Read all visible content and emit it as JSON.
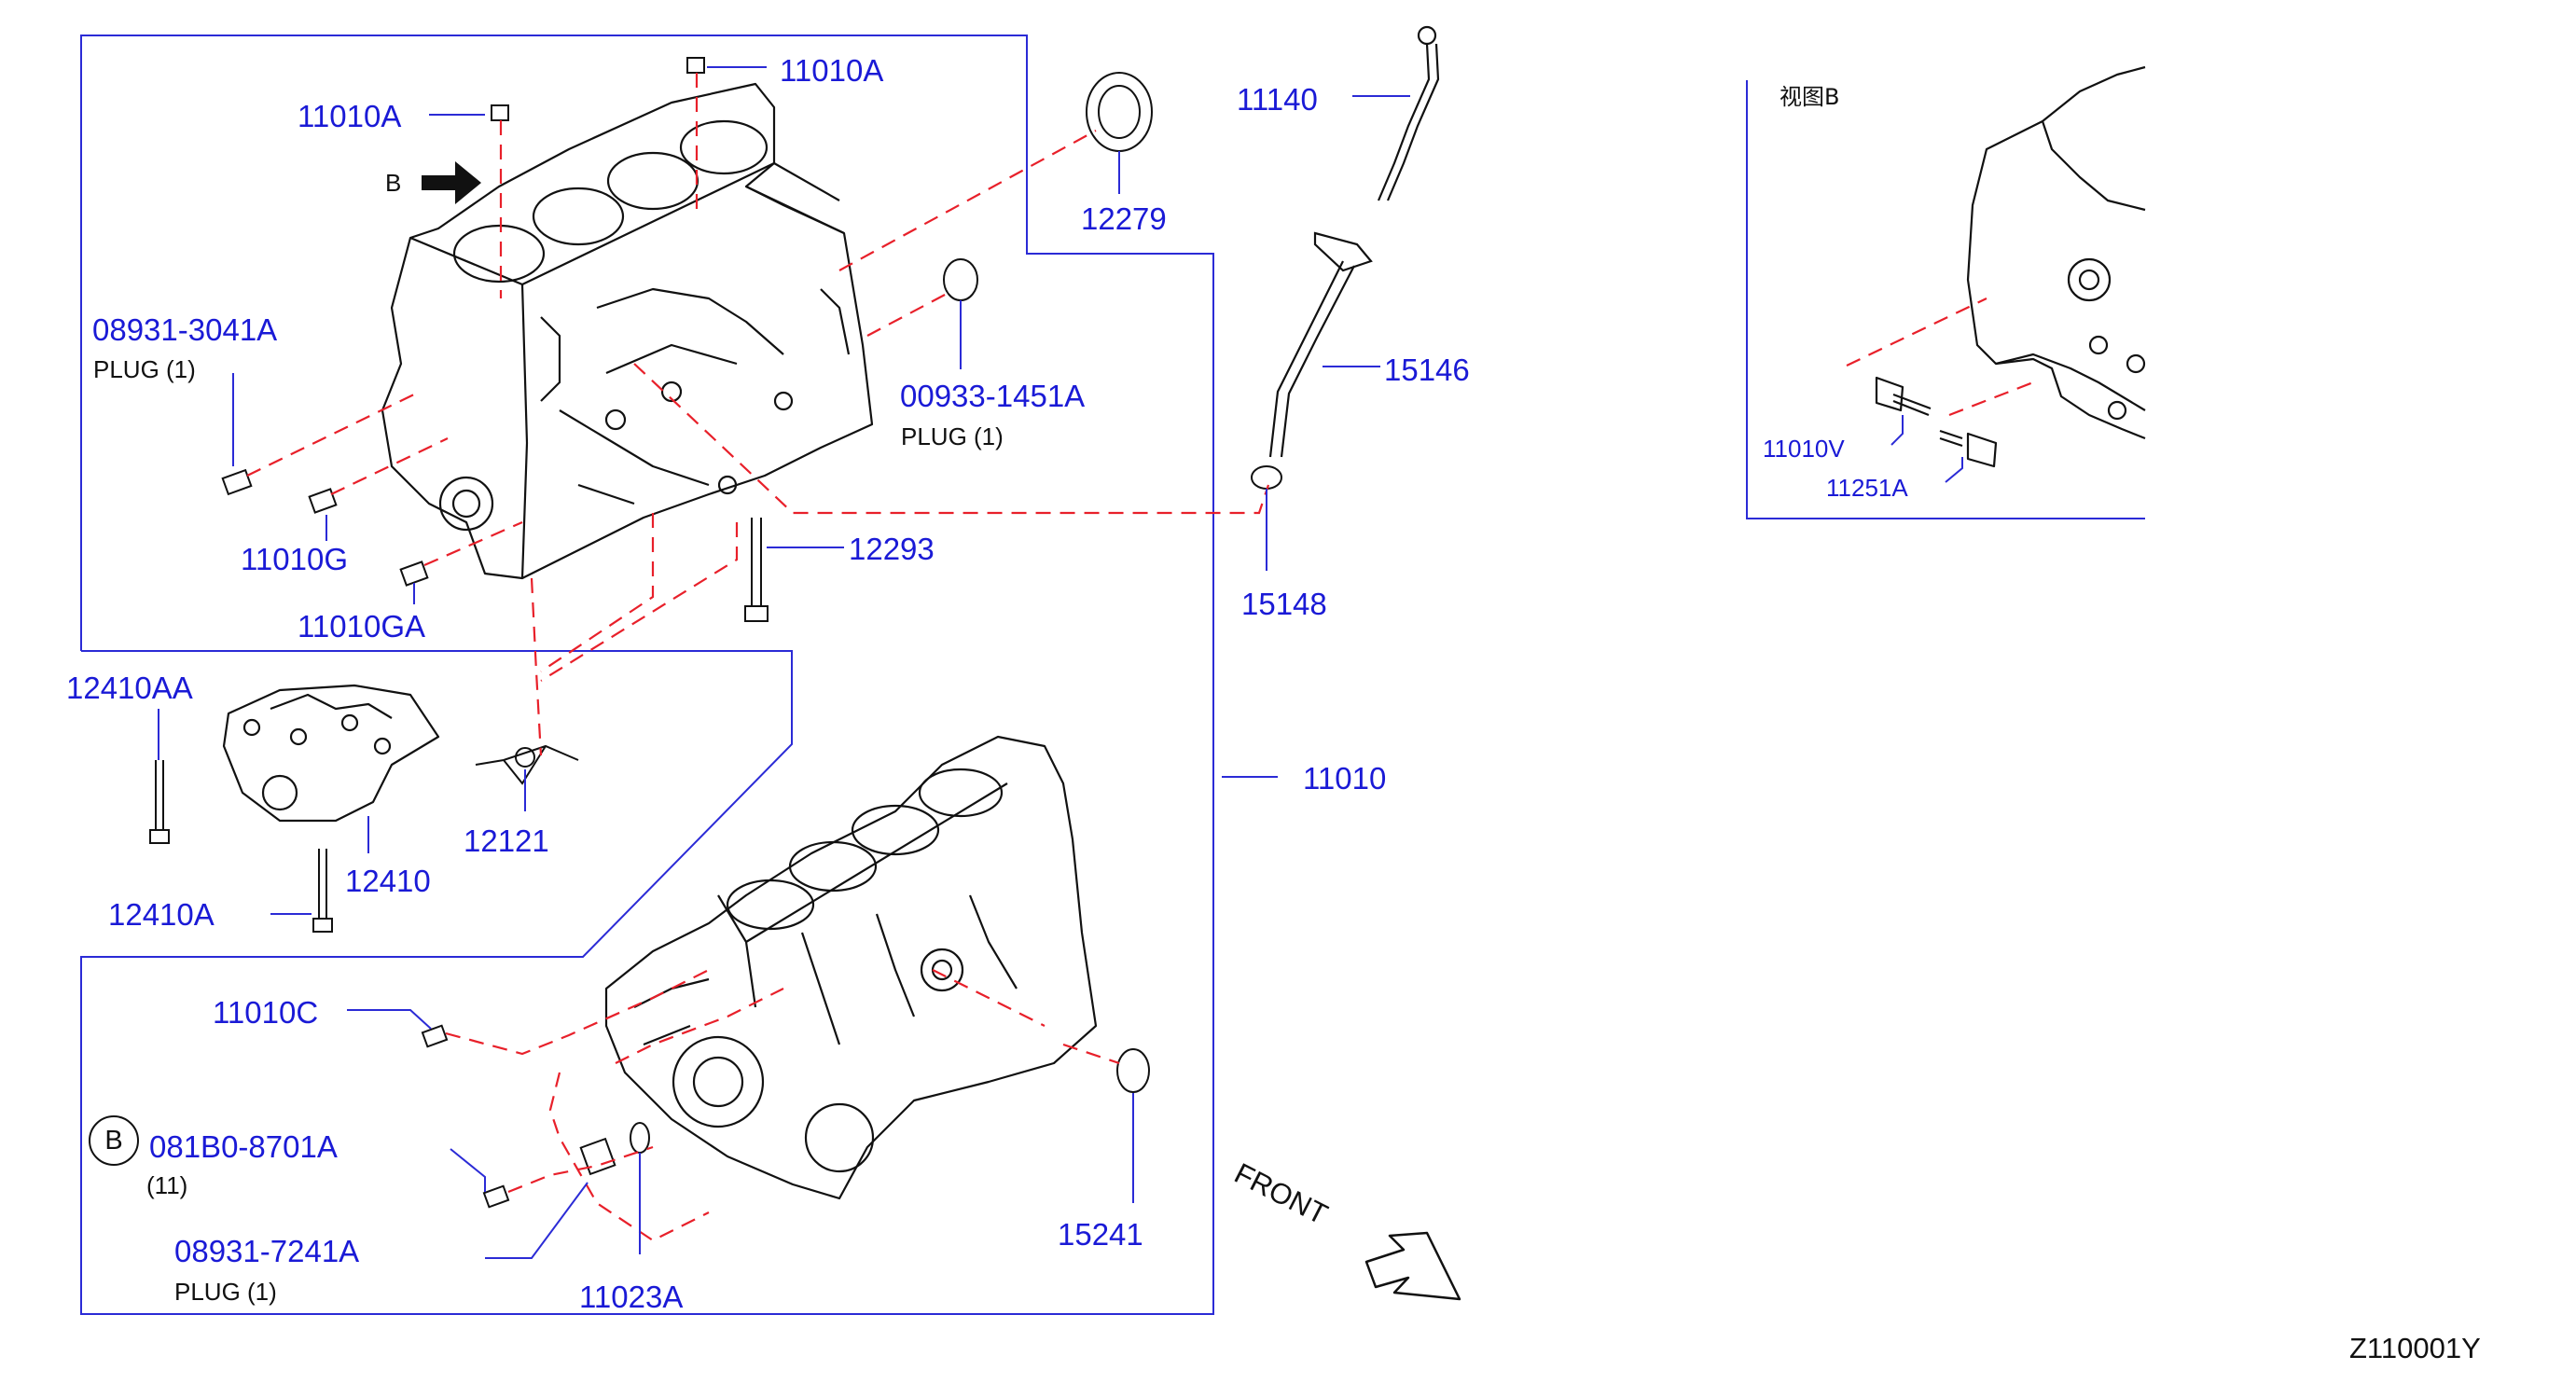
{
  "diagram": {
    "code": "Z110001Y",
    "view_b_title": "视图B",
    "front_label": "FRONT",
    "arrow_b_label": "B",
    "circle_b": "B",
    "parts": {
      "p11010A_left": "11010A",
      "p11010A_top": "11010A",
      "p12279": "12279",
      "p11140": "11140",
      "p15146": "15146",
      "p15148": "15148",
      "p08931_3041A": "08931-3041A",
      "plug_1_a": "PLUG   (1)",
      "p00933_1451A": "00933-1451A",
      "plug_1_b": "PLUG   (1)",
      "p11010G": "11010G",
      "p11010GA": "11010GA",
      "p12293": "12293",
      "p12410AA": "12410AA",
      "p12121": "12121",
      "p12410": "12410",
      "p12410A": "12410A",
      "p11010": "11010",
      "p11010C": "11010C",
      "p081B0_8701A": "081B0-8701A",
      "qty_11": "(11)",
      "p08931_7241A": "08931-7241A",
      "plug_1_c": "PLUG   (1)",
      "p11023A": "11023A",
      "p15241": "15241",
      "p11010V": "11010V",
      "p11251A": "11251A"
    },
    "colors": {
      "part_number": "#1a1ad6",
      "leader_line": "#1a1ad6",
      "dashed_line": "#e8202a",
      "drawing": "#111111"
    }
  }
}
